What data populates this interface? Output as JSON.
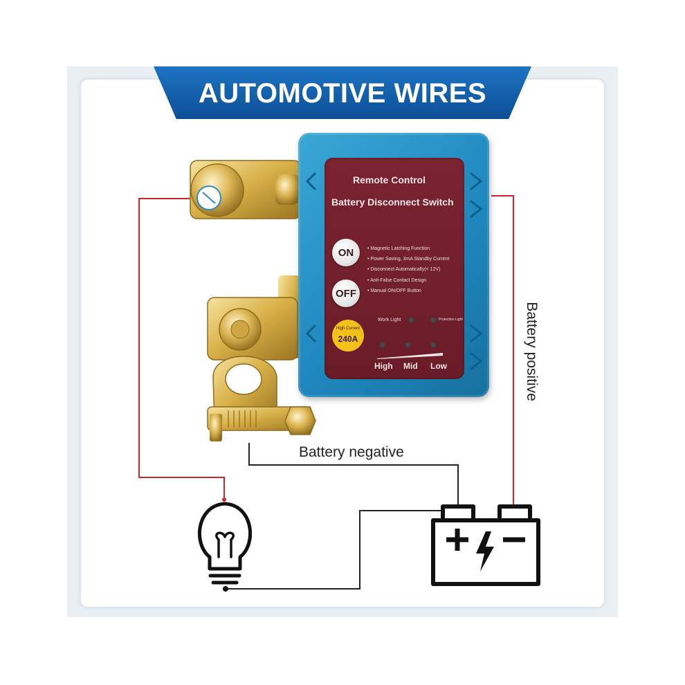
{
  "banner": {
    "title": "AUTOMOTIVE WIRES"
  },
  "device": {
    "title_line1": "Remote Control",
    "title_line2": "Battery Disconnect Switch",
    "on_label": "ON",
    "off_label": "OFF",
    "features": [
      "• Magnetic Latching Function",
      "• Power Saving, 3mA Standby Current",
      "• Disconnect Automatically(< 12V)",
      "• Anti-False Contact Design",
      "• Manual ON/OFF Button"
    ],
    "badge_line1": "High Current",
    "badge_line2": "240A",
    "work_light": "Work Light",
    "protection_light": "Protection Light",
    "levels": [
      "High",
      "Mid",
      "Low"
    ]
  },
  "wires": {
    "negative_label": "Battery negative",
    "positive_label": "Battery positive"
  },
  "colors": {
    "banner": "#1d73c2",
    "device_body": "#2a95c9",
    "panel": "#6f1f2b",
    "positive_wire": "#d0242b",
    "negative_wire": "#222222",
    "brass": "#d9b24a"
  },
  "icons": [
    "light-bulb-icon",
    "car-battery-icon",
    "plus-icon",
    "minus-icon",
    "lightning-icon"
  ]
}
